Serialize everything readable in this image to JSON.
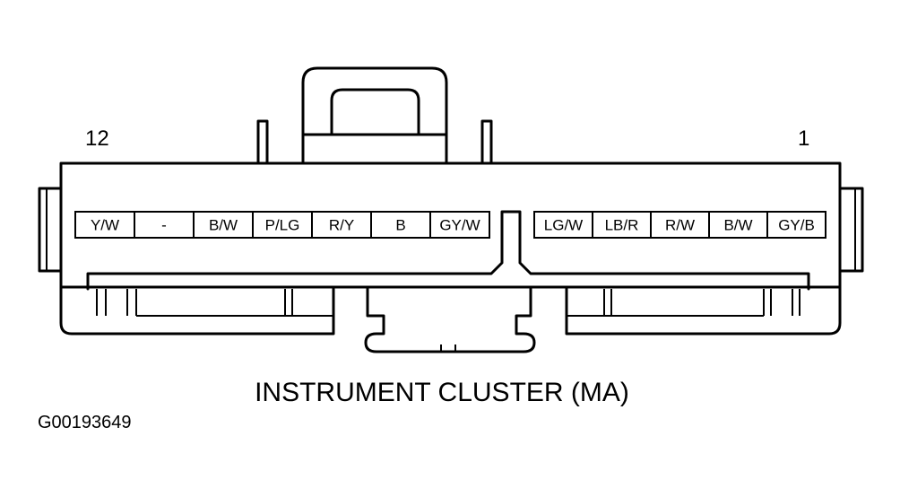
{
  "connector": {
    "pin_left_number": "12",
    "pin_right_number": "1",
    "left_wires": [
      "Y/W",
      "-",
      "B/W",
      "P/LG",
      "R/Y",
      "B",
      "GY/W"
    ],
    "right_wires": [
      "LG/W",
      "LB/R",
      "R/W",
      "B/W",
      "GY/B"
    ]
  },
  "caption": "INSTRUMENT CLUSTER (MA)",
  "figure_id": "G00193649"
}
